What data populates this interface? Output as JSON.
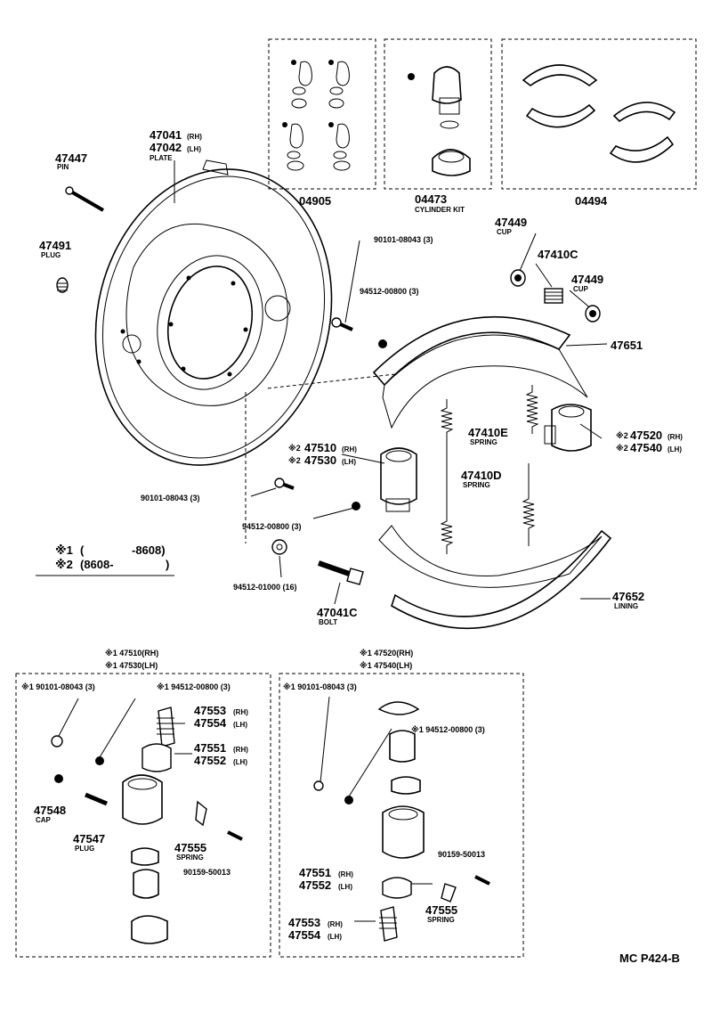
{
  "kits": [
    {
      "number": "04905",
      "desc": ""
    },
    {
      "number": "04473",
      "desc": "CYLINDER KIT"
    },
    {
      "number": "04494",
      "desc": ""
    }
  ],
  "parts": {
    "pin": {
      "number": "47447",
      "desc": "PIN"
    },
    "plate": {
      "number_rh": "47041",
      "suffix_rh": "(RH)",
      "number_lh": "47042",
      "suffix_lh": "(LH)",
      "desc": "PLATE"
    },
    "plug": {
      "number": "47491",
      "desc": "PLUG"
    },
    "cup_top": {
      "number": "47449",
      "desc": "CUP"
    },
    "spring_c": {
      "number": "47410C"
    },
    "cup_right": {
      "number": "47449",
      "desc": "CUP"
    },
    "bolt_top": {
      "text": "90101-08043 (3)"
    },
    "washer_top": {
      "text": "94512-00800 (3)"
    },
    "shoe": {
      "number": "47651"
    },
    "spring_e": {
      "number": "47410E",
      "desc": "SPRING"
    },
    "spring_d": {
      "number": "47410D",
      "desc": "SPRING"
    },
    "cyl_left": {
      "mark": "※2",
      "number_rh": "47510",
      "suffix_rh": "(RH)",
      "number_lh": "47530",
      "suffix_lh": "(LH)"
    },
    "cyl_right": {
      "mark": "※2",
      "number_rh": "47520",
      "suffix_rh": "(RH)",
      "number_lh": "47540",
      "suffix_lh": "(LH)"
    },
    "bolt_mid": {
      "text": "90101-08043 (3)"
    },
    "washer_mid": {
      "text": "94512-00800 (3)"
    },
    "washer_bot": {
      "text": "94512-01000 (16)"
    },
    "bolt_c": {
      "number": "47041C",
      "desc": "BOLT"
    },
    "lining": {
      "number": "47652",
      "desc": "LINING"
    }
  },
  "notes": [
    {
      "mark": "※1",
      "open": "(",
      "value": "-8608)"
    },
    {
      "mark": "※2",
      "open": "(8608-",
      "value": ")"
    }
  ],
  "detail_left": {
    "header_rh": "※1 47510(RH)",
    "header_lh": "※1 47530(LH)",
    "bolt": "※1 90101-08043 (3)",
    "washer": "※1 94512-00800 (3)",
    "p1": {
      "rh": "47553",
      "rh_suffix": "(RH)",
      "lh": "47554",
      "lh_suffix": "(LH)"
    },
    "p2": {
      "rh": "47551",
      "rh_suffix": "(RH)",
      "lh": "47552",
      "lh_suffix": "(LH)"
    },
    "cap": {
      "number": "47548",
      "desc": "CAP"
    },
    "plug": {
      "number": "47547",
      "desc": "PLUG"
    },
    "spring": {
      "number": "47555",
      "desc": "SPRING"
    },
    "screw": "90159-50013"
  },
  "detail_right": {
    "header_rh": "※1 47520(RH)",
    "header_lh": "※1 47540(LH)",
    "bolt": "※1 90101-08043 (3)",
    "washer": "※1 94512-00800 (3)",
    "screw": "90159-50013",
    "p2": {
      "rh": "47551",
      "rh_suffix": "(RH)",
      "lh": "47552",
      "lh_suffix": "(LH)"
    },
    "spring": {
      "number": "47555",
      "desc": "SPRING"
    },
    "p1": {
      "rh": "47553",
      "rh_suffix": "(RH)",
      "lh": "47554",
      "lh_suffix": "(LH)"
    }
  },
  "footer_code": "MC P424-B"
}
